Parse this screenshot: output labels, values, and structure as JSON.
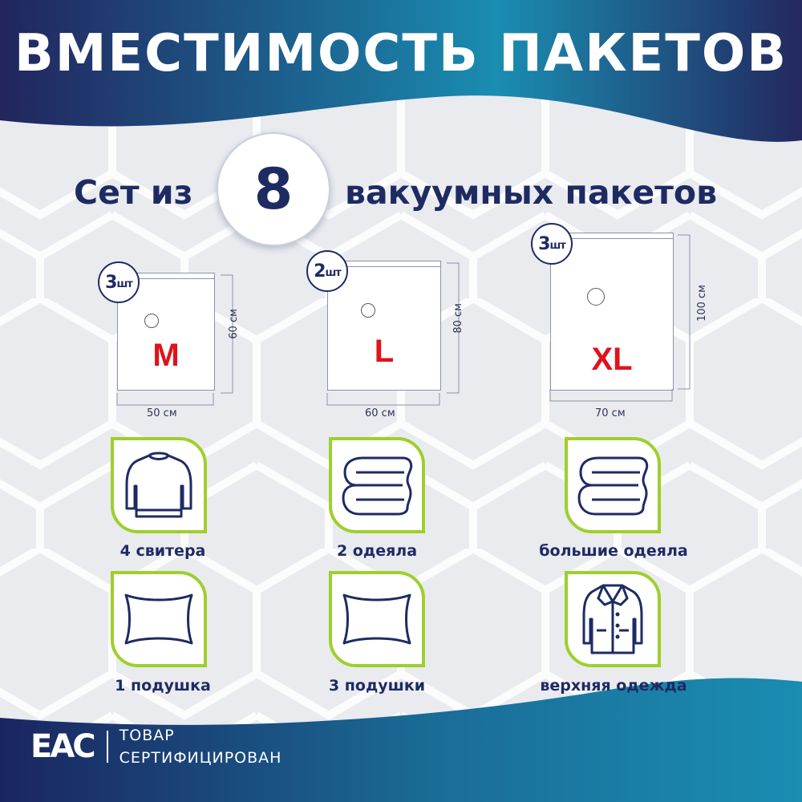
{
  "header": {
    "title": "ВМЕСТИМОСТЬ ПАКЕТОВ"
  },
  "set": {
    "prefix": "Сет из",
    "count": "8",
    "suffix": "вакуумных пакетов"
  },
  "bags": [
    {
      "size": "M",
      "qty": "3",
      "qty_unit": "шт",
      "width": "50 см",
      "height": "60 см"
    },
    {
      "size": "L",
      "qty": "2",
      "qty_unit": "шт",
      "width": "60 см",
      "height": "80 см"
    },
    {
      "size": "XL",
      "qty": "3",
      "qty_unit": "шт",
      "width": "70 см",
      "height": "100 см"
    }
  ],
  "capacity": [
    {
      "icon": "sweater-icon",
      "label": "4 свитера"
    },
    {
      "icon": "blanket-icon",
      "label": "2 одеяла"
    },
    {
      "icon": "blanket-icon",
      "label": "большие одеяла"
    },
    {
      "icon": "pillow-icon",
      "label": "1 подушка"
    },
    {
      "icon": "pillow-icon",
      "label": "3 подушки"
    },
    {
      "icon": "coat-icon",
      "label": "верхняя одежда"
    }
  ],
  "certification": {
    "mark": "EAC",
    "line1": "ТОВАР",
    "line2": "СЕРТИФИЦИРОВАН"
  },
  "colors": {
    "navy": "#1e2b63",
    "teal": "#1f8fb0",
    "accent_green": "#9fcf2b",
    "size_red": "#e0121b"
  }
}
